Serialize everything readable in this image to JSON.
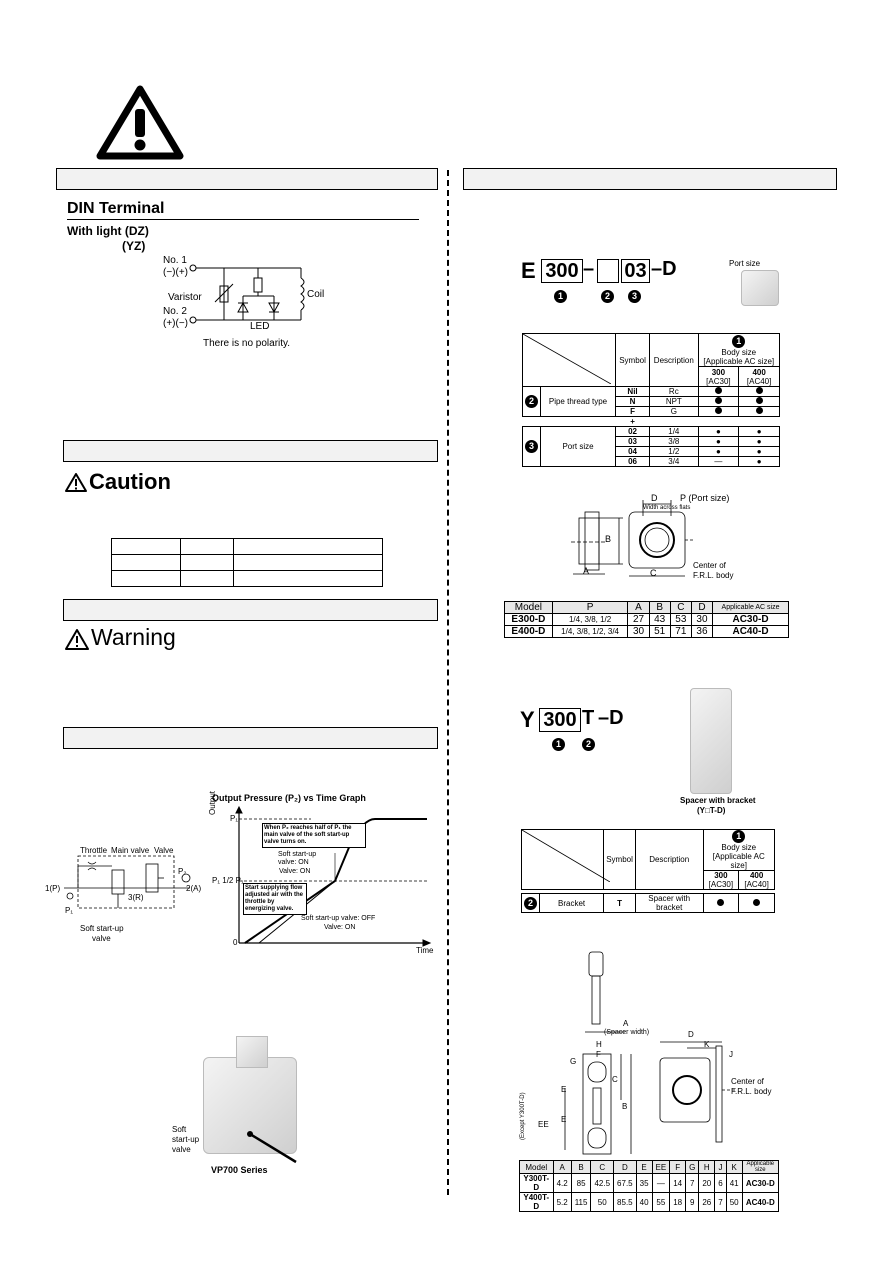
{
  "din": {
    "title": "DIN Terminal",
    "with_light": "With light (DZ)",
    "yz": "(YZ)",
    "no1": "No. 1",
    "no1_pol": "(−)(+)",
    "no2": "No. 2",
    "no2_pol": "(+)(−)",
    "varistor": "Varistor",
    "coil": "Coil",
    "led": "LED",
    "no_polarity": "There is no polarity."
  },
  "caution_label": "Caution",
  "warning_label": "Warning",
  "graph": {
    "title": "Output Pressure (P₂) vs Time Graph",
    "ylabel": "Output",
    "xlabel": "Time",
    "p1": "P₁",
    "half_p1": "P₁ 1/2 P₁",
    "zero": "0",
    "note_top": "When P₂ reaches half of P₁ the main valve of the soft start-up valve turns on.",
    "note_on": "Soft start-up valve: ON",
    "note_on2": "Valve: ON",
    "note_start": "Start supplying flow adjusted air with the throttle by energizing valve.",
    "note_off": "Soft start-up valve: OFF",
    "note_off2": "Valve: ON"
  },
  "circuit": {
    "throttle": "Throttle",
    "main_valve": "Main valve",
    "valve": "Valve",
    "p1": "1(P)",
    "p1b": "P₁",
    "p2": "P₂",
    "p2b": "2(A)",
    "r3": "3(R)",
    "soft": "Soft start-up",
    "soft2": "valve"
  },
  "vp700": {
    "label1": "Soft",
    "label2": "start-up",
    "label3": "valve",
    "series": "VP700 Series"
  },
  "e_model": {
    "prefix": "E",
    "size": "300",
    "dash": "–",
    "port": "03",
    "suffix": "–D",
    "n1": "1",
    "n2": "2",
    "n3": "3",
    "port_size_label": "Port size",
    "hdr_symbol": "Symbol",
    "hdr_desc": "Description",
    "hdr_body1": "Body size",
    "hdr_body2": "[Applicable AC size]",
    "col300": "300",
    "col300b": "[AC30]",
    "col400": "400",
    "col400b": "[AC40]",
    "thread_label": "Pipe thread type",
    "thread_rows": [
      {
        "sym": "Nil",
        "desc": "Rc"
      },
      {
        "sym": "N",
        "desc": "NPT"
      },
      {
        "sym": "F",
        "desc": "G"
      }
    ],
    "plus": "+",
    "port_label": "Port size",
    "port_rows": [
      {
        "sym": "02",
        "desc": "1/4",
        "c300": "●",
        "c400": "●"
      },
      {
        "sym": "03",
        "desc": "3/8",
        "c300": "●",
        "c400": "●"
      },
      {
        "sym": "04",
        "desc": "1/2",
        "c300": "●",
        "c400": "●"
      },
      {
        "sym": "06",
        "desc": "3/4",
        "c300": "—",
        "c400": "●"
      }
    ]
  },
  "e_drawing": {
    "d": "D",
    "p": "P (Port size)",
    "width_flats": "Width across flats",
    "a": "A",
    "b": "B",
    "c": "C",
    "center1": "Center of",
    "center2": "F.R.L. body"
  },
  "e_dims": {
    "headers": [
      "Model",
      "P",
      "A",
      "B",
      "C",
      "D",
      "Applicable AC size"
    ],
    "rows": [
      [
        "E300-D",
        "1/4, 3/8, 1/2",
        "27",
        "43",
        "53",
        "30",
        "AC30-D"
      ],
      [
        "E400-D",
        "1/4, 3/8, 1/2, 3/4",
        "30",
        "51",
        "71",
        "36",
        "AC40-D"
      ]
    ]
  },
  "y_model": {
    "prefix": "Y",
    "size": "300",
    "t": "T",
    "suffix": "–D",
    "n1": "1",
    "n2": "2",
    "photo_caption1": "Spacer with bracket",
    "photo_caption2": "(Y□T-D)",
    "hdr_symbol": "Symbol",
    "hdr_desc": "Description",
    "hdr_body1": "Body size",
    "hdr_body2": "[Applicable AC size]",
    "col300": "300",
    "col300b": "[AC30]",
    "col400": "400",
    "col400b": "[AC40]",
    "row_label": "Bracket",
    "row_sym": "T",
    "row_desc": "Spacer with bracket"
  },
  "y_drawing": {
    "a": "A",
    "spacer_width": "(Spacer width)",
    "h": "H",
    "g": "G",
    "f": "F",
    "c": "C",
    "e": "E",
    "ee": "EE",
    "except": "(Except Y300T-D)",
    "b": "B",
    "d": "D",
    "k": "K",
    "j": "J",
    "center1": "Center of",
    "center2": "F.R.L. body"
  },
  "y_dims": {
    "headers": [
      "Model",
      "A",
      "B",
      "C",
      "D",
      "E",
      "EE",
      "F",
      "G",
      "H",
      "J",
      "K",
      "Applicable size"
    ],
    "rows": [
      [
        "Y300T-D",
        "4.2",
        "85",
        "42.5",
        "67.5",
        "35",
        "—",
        "14",
        "7",
        "20",
        "6",
        "41",
        "AC30-D"
      ],
      [
        "Y400T-D",
        "5.2",
        "115",
        "50",
        "85.5",
        "40",
        "55",
        "18",
        "9",
        "26",
        "7",
        "50",
        "AC40-D"
      ]
    ]
  }
}
